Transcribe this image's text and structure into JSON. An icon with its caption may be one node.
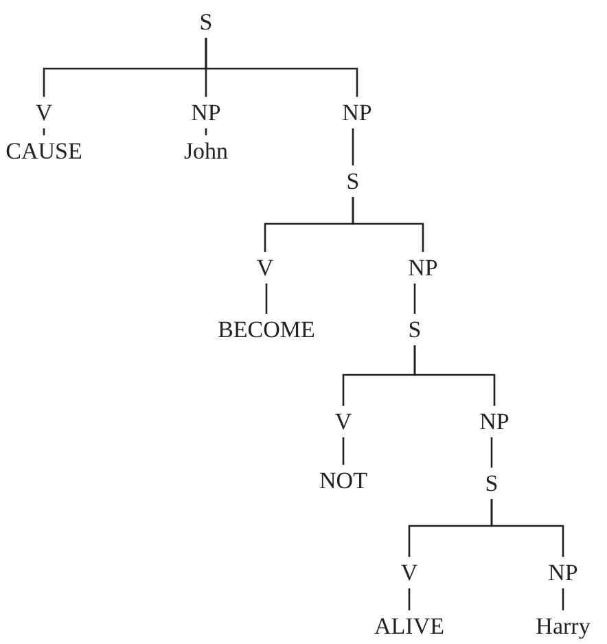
{
  "diagram": {
    "nodes": [
      {
        "text": [
          "S"
        ]
      },
      {
        "text": [
          "V"
        ]
      },
      {
        "text": [
          "NP"
        ]
      },
      {
        "text": [
          "NP"
        ]
      },
      {
        "text": [
          "CAUSE"
        ]
      },
      {
        "text": [
          "John"
        ]
      },
      {
        "text": [
          "S"
        ]
      },
      {
        "text": [
          "V"
        ]
      },
      {
        "text": [
          "NP"
        ]
      },
      {
        "text": [
          "BECOME"
        ]
      },
      {
        "text": [
          "S"
        ]
      },
      {
        "text": [
          "V"
        ]
      },
      {
        "text": [
          "NP"
        ]
      },
      {
        "text": [
          "NOT"
        ]
      },
      {
        "text": [
          "S"
        ]
      },
      {
        "text": [
          "V"
        ]
      },
      {
        "text": [
          "NP"
        ]
      },
      {
        "text": [
          "ALIVE"
        ]
      },
      {
        "text": [
          "Harry"
        ]
      }
    ],
    "edges": [
      {
        "from": 0,
        "to": 1,
        "arrow": "none"
      },
      {
        "from": 0,
        "to": 2,
        "arrow": "none"
      },
      {
        "from": 0,
        "to": 3,
        "arrow": "none"
      },
      {
        "from": 1,
        "to": 4,
        "arrow": "none"
      },
      {
        "from": 2,
        "to": 5,
        "arrow": "none"
      },
      {
        "from": 3,
        "to": 6,
        "arrow": "none"
      },
      {
        "from": 6,
        "to": 7,
        "arrow": "none"
      },
      {
        "from": 6,
        "to": 8,
        "arrow": "none"
      },
      {
        "from": 7,
        "to": 9,
        "arrow": "none"
      },
      {
        "from": 8,
        "to": 10,
        "arrow": "none"
      },
      {
        "from": 10,
        "to": 11,
        "arrow": "none"
      },
      {
        "from": 10,
        "to": 12,
        "arrow": "none"
      },
      {
        "from": 11,
        "to": 13,
        "arrow": "none"
      },
      {
        "from": 12,
        "to": 14,
        "arrow": "none"
      },
      {
        "from": 14,
        "to": 15,
        "arrow": "none"
      },
      {
        "from": 14,
        "to": 16,
        "arrow": "none"
      },
      {
        "from": 15,
        "to": 17,
        "arrow": "none"
      },
      {
        "from": 16,
        "to": 18,
        "arrow": "none"
      }
    ]
  }
}
